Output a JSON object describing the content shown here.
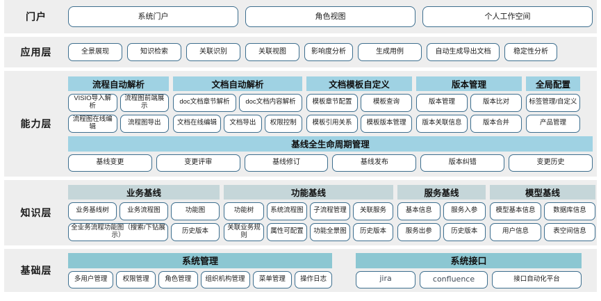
{
  "layers": [
    {
      "id": "portal",
      "label": "门户",
      "items": [
        "系统门户",
        "角色视图",
        "个人工作空间"
      ]
    },
    {
      "id": "application",
      "label": "应用层",
      "items": [
        "全景展现",
        "知识检索",
        "关联识别",
        "关联视图",
        "影响度分析",
        "生成用例",
        "自动生成导出文档",
        "稳定性分析"
      ]
    },
    {
      "id": "capability",
      "label": "能力层",
      "groups": [
        {
          "title": "流程自动解析",
          "rows": [
            [
              "VISIO导入解析",
              "流程图前端展示"
            ],
            [
              "流程图在线编辑",
              "流程图导出"
            ]
          ]
        },
        {
          "title": "文档自动解析",
          "rows": [
            [
              "doc文档章节解析",
              "doc文档内容解析"
            ],
            [
              "文档在线编辑",
              "文档导出",
              "权限控制"
            ]
          ]
        },
        {
          "title": "文档模板自定义",
          "rows": [
            [
              "模板章节配置",
              "模板查询"
            ],
            [
              "模板引用关系",
              "模板版本管理"
            ]
          ]
        },
        {
          "title": "版本管理",
          "rows": [
            [
              "版本管理",
              "版本比对"
            ],
            [
              "版本关联信息",
              "版本合并"
            ]
          ]
        },
        {
          "title": "全局配置",
          "rows": [
            [
              "标签管理/自定义"
            ],
            [
              "产品管理"
            ]
          ]
        }
      ],
      "lifecycle": {
        "title": "基线全生命周期管理",
        "items": [
          "基线变更",
          "变更评审",
          "基线修订",
          "基线发布",
          "版本纠错",
          "变更历史"
        ]
      }
    },
    {
      "id": "knowledge",
      "label": "知识层",
      "groups": [
        {
          "title": "业务基线",
          "rows": [
            [
              "业务基线树",
              "业务流程图",
              "功能图"
            ],
            [
              "全业务流程功能图（搜索/下钻展示）",
              "历史版本"
            ]
          ]
        },
        {
          "title": "功能基线",
          "rows": [
            [
              "功能树",
              "系统流程图",
              "子流程管理",
              "关联服务"
            ],
            [
              "关联业务规则",
              "属性可配置",
              "功能全景图",
              "历史版本"
            ]
          ]
        },
        {
          "title": "服务基线",
          "rows": [
            [
              "基本信息",
              "服务入参"
            ],
            [
              "服务出参",
              "历史版本"
            ]
          ]
        },
        {
          "title": "模型基线",
          "rows": [
            [
              "模型基本信息",
              "数据库信息"
            ],
            [
              "用户信息",
              "表空间信息"
            ]
          ]
        }
      ]
    },
    {
      "id": "foundation",
      "label": "基础层",
      "groups": [
        {
          "title": "系统管理",
          "items": [
            "多用户管理",
            "权限管理",
            "角色管理",
            "组织机构管理",
            "菜单管理",
            "操作日志"
          ]
        },
        {
          "title": "系统接口",
          "items": [
            "jira",
            "confluence",
            "接口自动化平台"
          ]
        }
      ]
    }
  ],
  "colors": {
    "panel_bg": "#eeeeee",
    "pill_border": "#3d6e8e",
    "capability_header": "#9fd2e3",
    "knowledge_header": "#c5d6d9",
    "foundation_header": "#8cc7d2",
    "spellcheck_underline": "#e03b2f"
  }
}
